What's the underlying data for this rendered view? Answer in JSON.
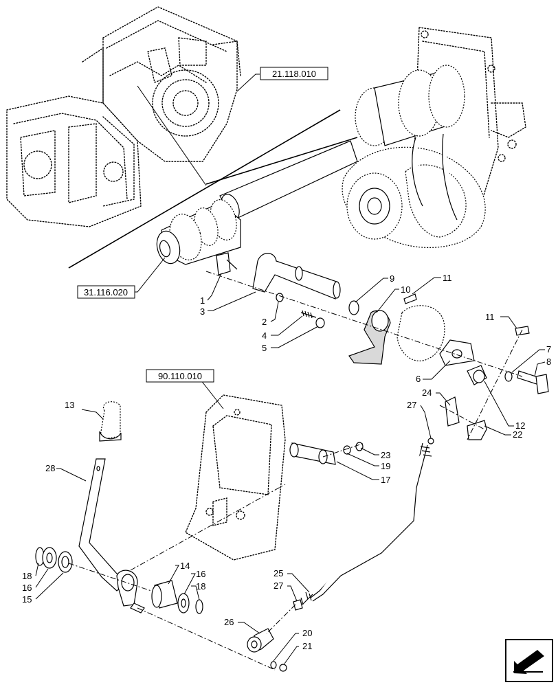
{
  "references": [
    {
      "id": "ref-21-118-010",
      "label": "21.118.010"
    },
    {
      "id": "ref-31-116-020",
      "label": "31.116.020"
    },
    {
      "id": "ref-90-110-010",
      "label": "90.110.010"
    }
  ],
  "callouts": [
    "1",
    "2",
    "3",
    "4",
    "5",
    "6",
    "7",
    "8",
    "9",
    "10",
    "11",
    "11",
    "12",
    "13",
    "14",
    "15",
    "16",
    "16",
    "17",
    "18",
    "18",
    "19",
    "20",
    "21",
    "22",
    "23",
    "24",
    "25",
    "26",
    "27",
    "27",
    "28"
  ]
}
